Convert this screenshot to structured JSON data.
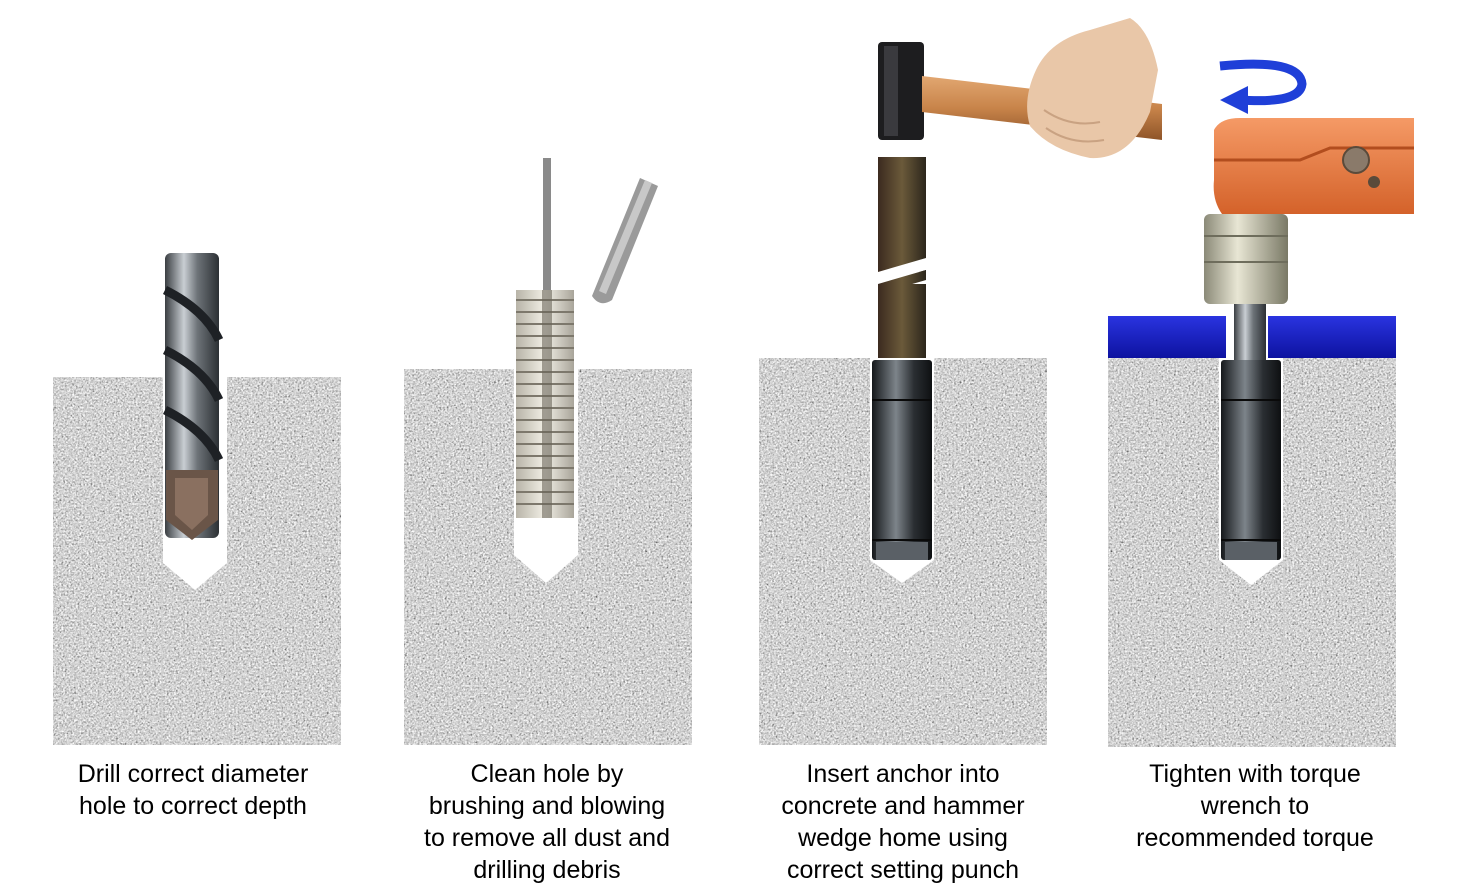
{
  "steps": [
    {
      "id": "drill",
      "icon": "drill-bit-icon",
      "caption": [
        "Drill correct diameter",
        "hole to correct depth"
      ]
    },
    {
      "id": "clean",
      "icon": "wire-brush-icon",
      "caption": [
        "Clean hole by",
        "brushing and blowing",
        "to remove all dust and",
        "drilling debris"
      ]
    },
    {
      "id": "insert",
      "icon": "hammer-icon",
      "caption": [
        "Insert anchor into",
        "concrete and hammer",
        "wedge home using",
        "correct setting punch"
      ]
    },
    {
      "id": "tighten",
      "icon": "torque-wrench-icon",
      "caption": [
        "Tighten with torque",
        "wrench to",
        "recommended torque"
      ]
    }
  ],
  "colors": {
    "concrete": "#9a9a9a",
    "plate": "#1a20b8",
    "wrench": "#e8733a",
    "arrow": "#1f3fd8",
    "handle": "#c8844a"
  }
}
